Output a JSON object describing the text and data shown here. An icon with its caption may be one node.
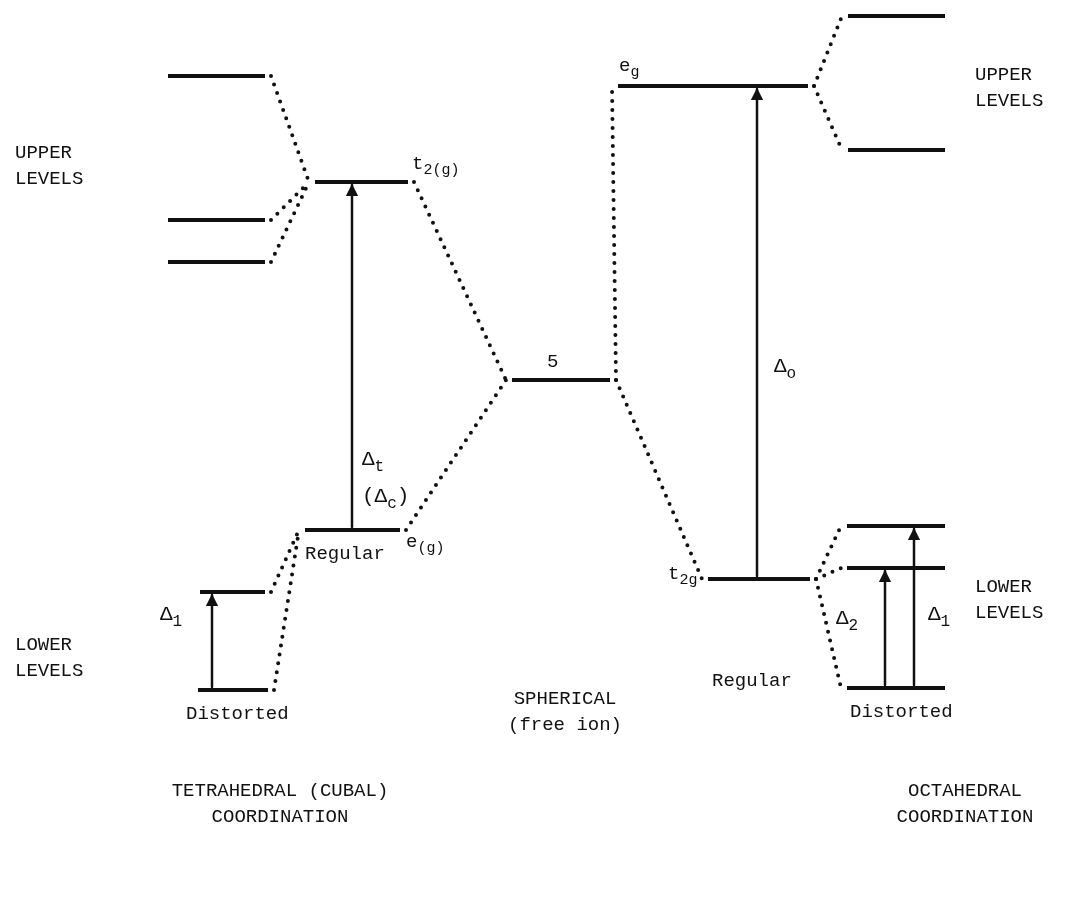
{
  "diagram": {
    "nodes": [
      {
        "text": [],
        "shape": "bar"
      },
      {
        "text": [],
        "shape": "bar"
      },
      {
        "text": [],
        "shape": "bar"
      },
      {
        "text": [
          "t$_{2(g)}$"
        ]
      },
      {
        "text": [],
        "shape": "bar"
      },
      {
        "text": [
          "e$_{(g)}$"
        ],
        "beside": [
          "Regular"
        ]
      },
      {
        "text": [],
        "shape": "bar",
        "beside": [
          "Distorted"
        ]
      },
      {
        "text": [
          "5"
        ]
      },
      {
        "text": [
          "e$_{g}$"
        ]
      },
      {
        "text": [],
        "shape": "bar"
      },
      {
        "text": [],
        "shape": "bar"
      },
      {
        "text": [],
        "shape": "bar"
      },
      {
        "text": [],
        "shape": "bar"
      },
      {
        "text": [
          "t$_{2g}$"
        ]
      },
      {
        "text": [],
        "shape": "bar",
        "beside": [
          "Distorted"
        ]
      }
    ],
    "edges": [
      {
        "from": 0,
        "to": 3,
        "arrow": "none",
        "style": "dashed"
      },
      {
        "from": 1,
        "to": 3,
        "arrow": "none",
        "style": "dashed"
      },
      {
        "from": 2,
        "to": 3,
        "arrow": "none",
        "style": "dashed"
      },
      {
        "from": 3,
        "to": 7,
        "arrow": "none",
        "style": "dashed"
      },
      {
        "from": 4,
        "to": 5,
        "arrow": "none",
        "style": "dashed"
      },
      {
        "from": 6,
        "to": 5,
        "arrow": "none",
        "style": "dashed"
      },
      {
        "from": 5,
        "to": 7,
        "arrow": "none",
        "style": "dashed"
      },
      {
        "from": 7,
        "to": 8,
        "arrow": "none",
        "style": "dashed"
      },
      {
        "from": 7,
        "to": 13,
        "arrow": "none",
        "style": "dashed"
      },
      {
        "from": 8,
        "to": 9,
        "arrow": "none",
        "style": "dashed"
      },
      {
        "from": 8,
        "to": 10,
        "arrow": "none",
        "style": "dashed"
      },
      {
        "from": 13,
        "to": 11,
        "arrow": "none",
        "style": "dashed"
      },
      {
        "from": 13,
        "to": 12,
        "arrow": "none",
        "style": "dashed"
      },
      {
        "from": 13,
        "to": 14,
        "arrow": "none",
        "style": "dashed"
      },
      {
        "from": 6,
        "to": 4,
        "arrow": "to",
        "label": "Δ$_{1}$"
      },
      {
        "from": 5,
        "to": 3,
        "arrow": "to",
        "label": "Δ$_{t}$ (Δ$_{c}$)"
      },
      {
        "from": 13,
        "to": 8,
        "arrow": "to",
        "label": "Δ$_{o}$"
      },
      {
        "from": 14,
        "to": 12,
        "arrow": "to",
        "label": "Δ$_{2}$"
      },
      {
        "from": 14,
        "to": 11,
        "arrow": "to",
        "label": "Δ$_{1}$"
      }
    ],
    "labels": [
      "UPPER LEVELS",
      "UPPER LEVELS",
      "LOWER LEVELS",
      "LOWER LEVELS",
      "Regular",
      "SPHERICAL (free ion)",
      "TETRAHEDRAL (CUBAL) COORDINATION",
      "OCTAHEDRAL COORDINATION"
    ]
  }
}
